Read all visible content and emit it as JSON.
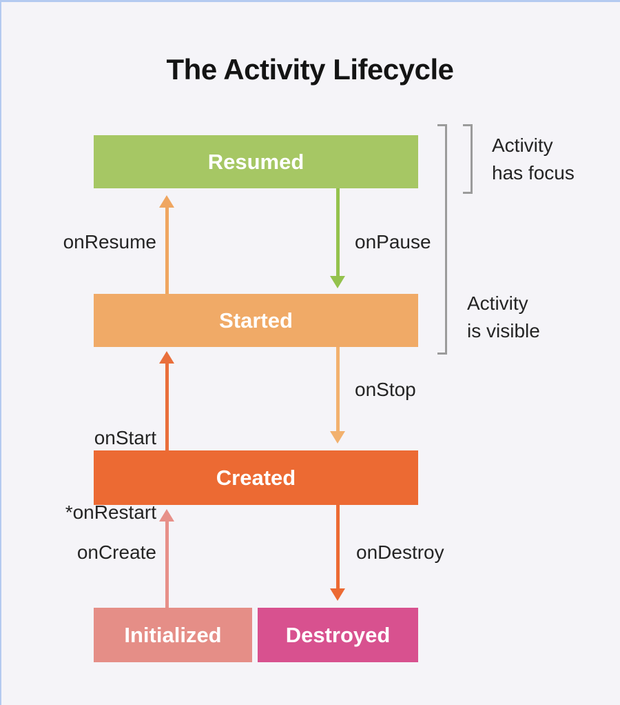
{
  "title": "The Activity Lifecycle",
  "colors": {
    "background": "#f5f4f8",
    "edge_accent": "#b4caf0",
    "resumed": "#a6c764",
    "started": "#f0aa67",
    "created": "#ec6a33",
    "initialized": "#e58e87",
    "destroyed": "#d8518f",
    "bracket": "#9b9b9b",
    "label_text": "#242424"
  },
  "states": {
    "resumed": "Resumed",
    "started": "Started",
    "created": "Created",
    "initialized": "Initialized",
    "destroyed": "Destroyed"
  },
  "transitions": {
    "on_resume": {
      "label": "onResume",
      "direction": "up",
      "color": "#efa660"
    },
    "on_pause": {
      "label": "onPause",
      "direction": "down",
      "color": "#94c24d"
    },
    "on_start": {
      "line1": "onStart",
      "line2": "*onRestart",
      "direction": "up",
      "color": "#e96f3b"
    },
    "on_stop": {
      "label": "onStop",
      "direction": "down",
      "color": "#f2b16e"
    },
    "on_create": {
      "label": "onCreate",
      "direction": "up",
      "color": "#e79089"
    },
    "on_destroy": {
      "label": "onDestroy",
      "direction": "down",
      "color": "#ec6a33"
    }
  },
  "annotations": {
    "has_focus": {
      "line1": "Activity",
      "line2": "has focus"
    },
    "is_visible": {
      "line1": "Activity",
      "line2": "is visible"
    }
  }
}
